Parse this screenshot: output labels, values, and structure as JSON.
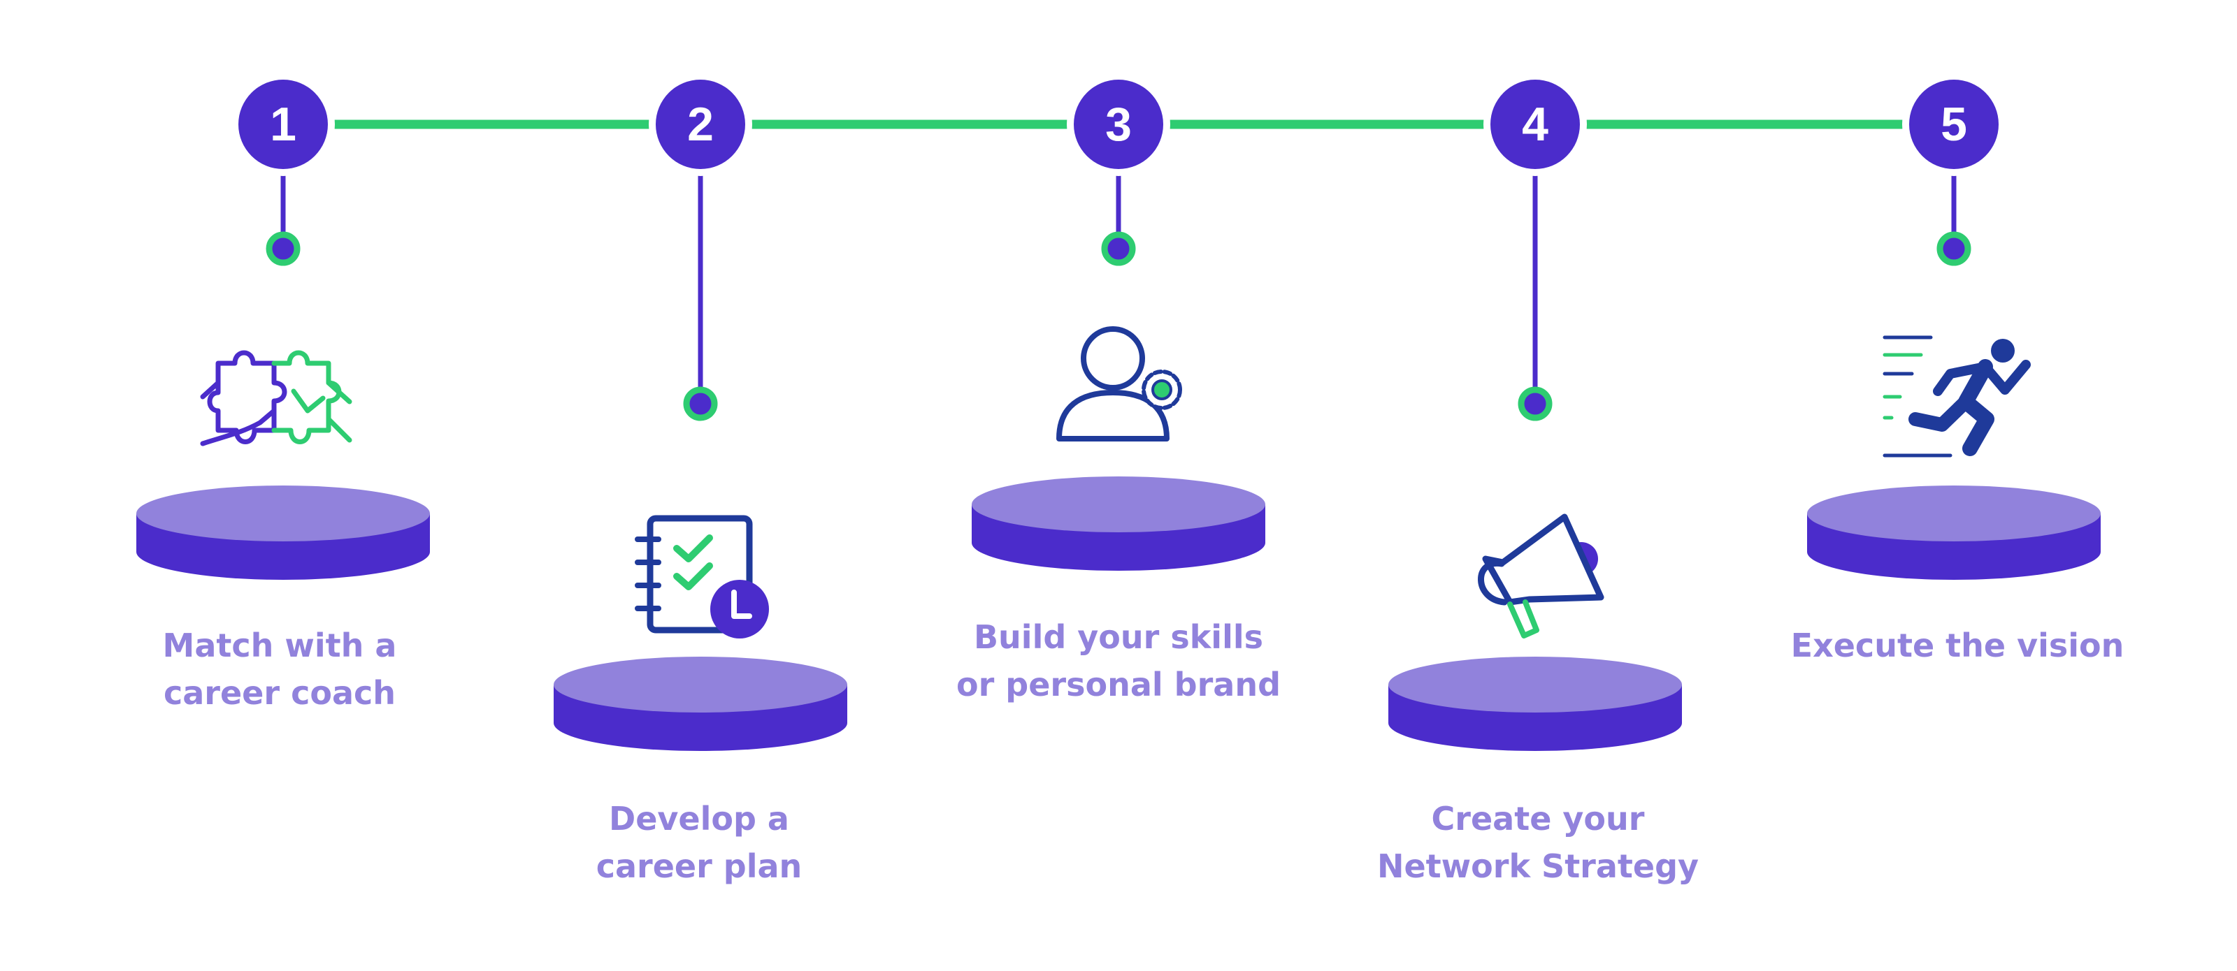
{
  "colors": {
    "primary": "#4b2ccb",
    "disc_top": "#9182dc",
    "accent_green": "#2ecc71",
    "label_text": "#9182dc",
    "icon_navy": "#1f3a9a"
  },
  "steps": [
    {
      "number": "1",
      "icon": "puzzle-pieces-icon",
      "label_line1": "Match with a",
      "label_line2": "career coach"
    },
    {
      "number": "2",
      "icon": "checklist-clock-icon",
      "label_line1": "Develop a",
      "label_line2": "career plan"
    },
    {
      "number": "3",
      "icon": "person-gear-icon",
      "label_line1": "Build your skills",
      "label_line2": "or personal brand"
    },
    {
      "number": "4",
      "icon": "megaphone-icon",
      "label_line1": "Create your",
      "label_line2": "Network Strategy"
    },
    {
      "number": "5",
      "icon": "running-person-icon",
      "label_line1": "Execute the vision",
      "label_line2": ""
    }
  ]
}
